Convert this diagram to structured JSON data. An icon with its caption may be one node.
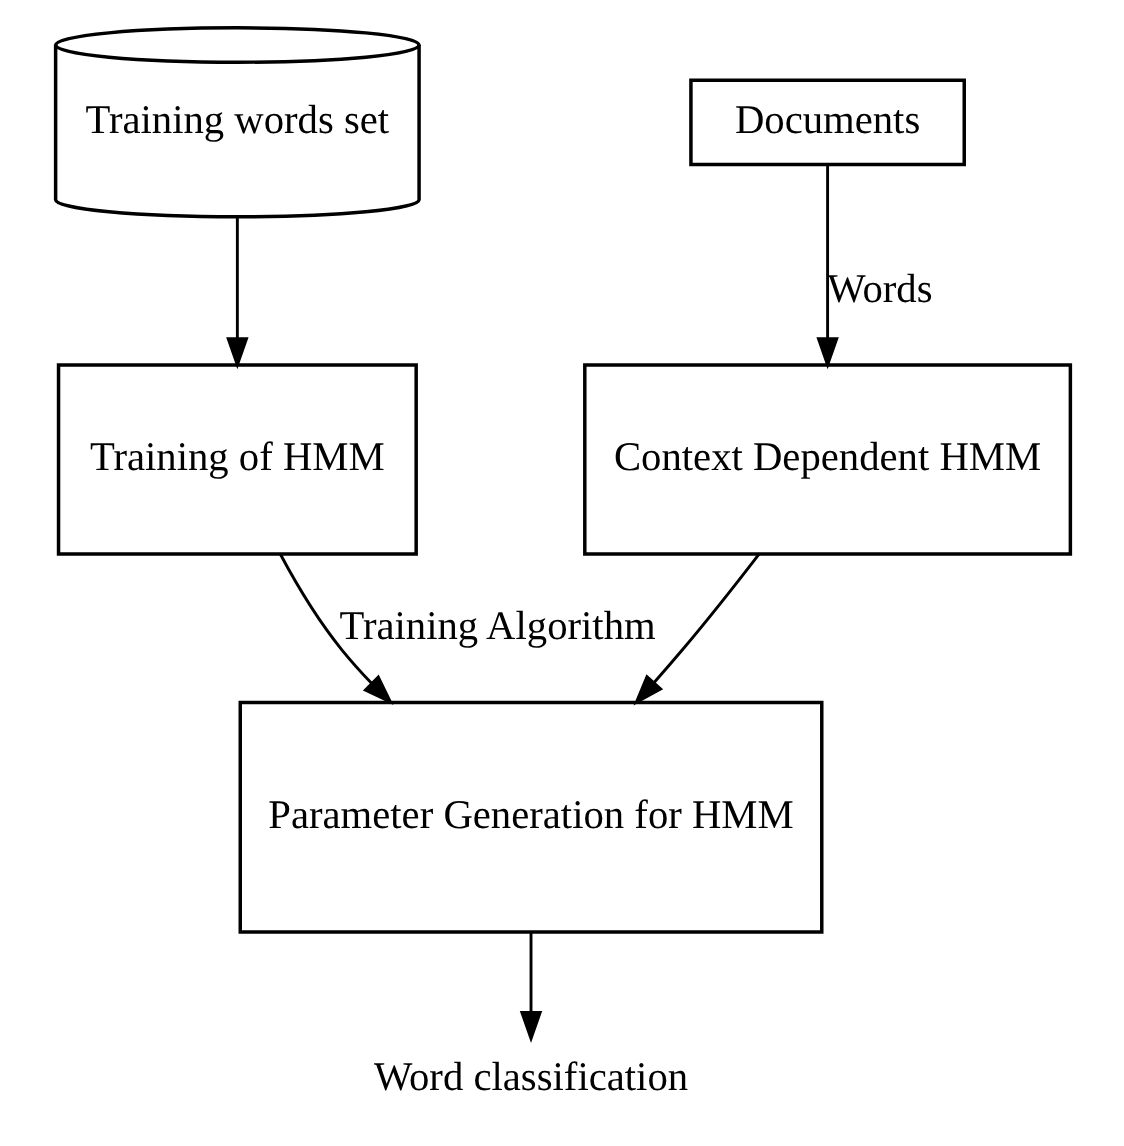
{
  "diagram": {
    "nodes": [
      {
        "text": [
          "Training words set"
        ]
      },
      {
        "text": [
          "Documents"
        ]
      },
      {
        "text": [
          "Training of HMM"
        ]
      },
      {
        "text": [
          "Context Dependent HMM"
        ]
      },
      {
        "text": [
          "Parameter Generation for HMM"
        ]
      },
      {
        "text": [
          "Word classification"
        ]
      }
    ],
    "edges": [
      {
        "from": 0,
        "to": 2,
        "arrow": "to"
      },
      {
        "from": 1,
        "to": 3,
        "arrow": "to",
        "label": "Words"
      },
      {
        "from": 2,
        "to": 4,
        "arrow": "to",
        "label": "Training Algorithm"
      },
      {
        "from": 3,
        "to": 4,
        "arrow": "to"
      },
      {
        "from": 4,
        "to": 5,
        "arrow": "to"
      }
    ]
  }
}
